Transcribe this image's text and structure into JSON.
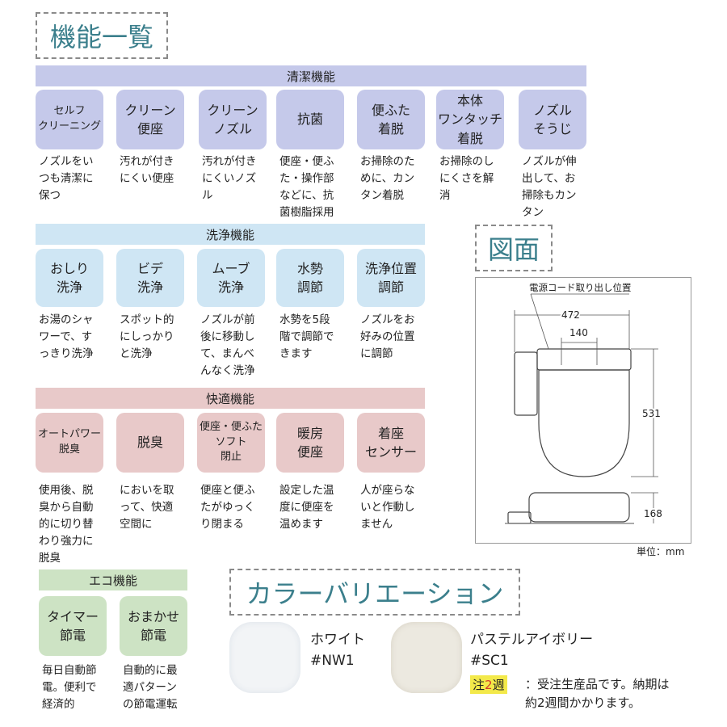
{
  "features_title": "機能一覧",
  "cleaning": {
    "label": "清潔機能",
    "items": [
      {
        "name": "セルフ\nクリーニング",
        "desc": "ノズルをい\nつも清潔に\n保つ"
      },
      {
        "name": "クリーン\n便座",
        "desc": "汚れが付き\nにくい便座"
      },
      {
        "name": "クリーン\nノズル",
        "desc": "汚れが付き\nにくいノズ\nル"
      },
      {
        "name": "抗菌",
        "desc": "便座・便ふ\nた・操作部\nなどに、抗\n菌樹脂採用"
      },
      {
        "name": "便ふた\n着脱",
        "desc": "お掃除のた\nめに、カン\nタン着脱"
      },
      {
        "name": "本体\nワンタッチ\n着脱",
        "desc": "お掃除のし\nにくさを解\n消"
      },
      {
        "name": "ノズル\nそうじ",
        "desc": "ノズルが伸\n出して、お\n掃除もカン\nタン"
      }
    ]
  },
  "washing": {
    "label": "洗浄機能",
    "items": [
      {
        "name": "おしり\n洗浄",
        "desc": "お湯のシャ\nワーで、す\nっきり洗浄"
      },
      {
        "name": "ビデ\n洗浄",
        "desc": "スポット的\nにしっかり\nと洗浄"
      },
      {
        "name": "ムーブ\n洗浄",
        "desc": "ノズルが前\n後に移動し\nて、まんべ\nんなく洗浄"
      },
      {
        "name": "水勢\n調節",
        "desc": "水勢を5段\n階で調節で\nきます"
      },
      {
        "name": "洗浄位置\n調節",
        "desc": "ノズルをお\n好みの位置\nに調節"
      }
    ]
  },
  "comfort": {
    "label": "快適機能",
    "items": [
      {
        "name": "オートパワー\n脱臭",
        "desc": "使用後、脱\n臭から自動\n的に切り替\nわり強力に\n脱臭"
      },
      {
        "name": "脱臭",
        "desc": "においを取\nって、快適\n空間に"
      },
      {
        "name": "便座・便ふた\nソフト\n閉止",
        "desc": "便座と便ふ\nたがゆっく\nり閉まる"
      },
      {
        "name": "暖房\n便座",
        "desc": "設定した温\n度に便座を\n温めます"
      },
      {
        "name": "着座\nセンサー",
        "desc": "人が座らな\nいと作動し\nません"
      }
    ]
  },
  "eco": {
    "label": "エコ機能",
    "items": [
      {
        "name": "タイマー\n節電",
        "desc": "毎日自動節\n電。便利で\n経済的"
      },
      {
        "name": "おまかせ\n節電",
        "desc": "自動的に最\n適パターン\nの節電運転"
      }
    ]
  },
  "diagram": {
    "title": "図面",
    "power_cord_label": "電源コード取り出し位置",
    "dim_width": "472",
    "dim_inner": "140",
    "dim_length": "531",
    "dim_height": "168",
    "unit": "単位：mm"
  },
  "color": {
    "title": "カラーバリエーション",
    "variants": [
      {
        "name": "ホワイト",
        "code": "#NW1",
        "swatch": "#f2f4f6"
      },
      {
        "name": "パステルアイボリー",
        "code": "#SC1",
        "swatch": "#ece9e0"
      }
    ],
    "note_prefix": "注",
    "note_num": "2",
    "note_suffix": "週",
    "note_text": "：受注生産品です。納期は\n約2週間かかります。"
  }
}
